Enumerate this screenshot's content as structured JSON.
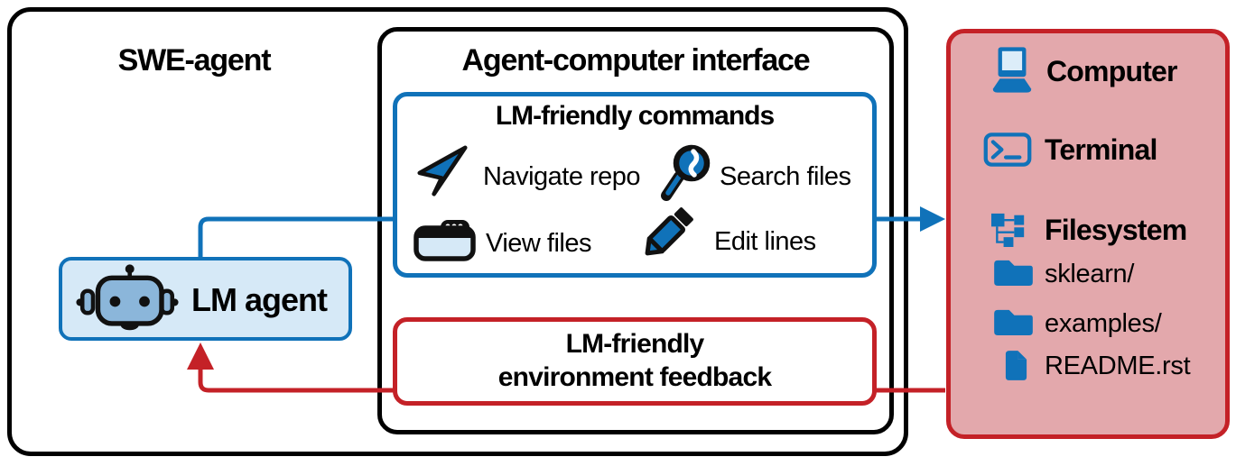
{
  "colors": {
    "blue": "#1072b9",
    "light_blue": "#d6e9f7",
    "robot_blue": "#8bb6da",
    "red": "#c42127",
    "pink": "#e3a8ac"
  },
  "swe_agent": {
    "title": "SWE-agent"
  },
  "aci": {
    "title": "Agent-computer interface"
  },
  "commands": {
    "title": "LM-friendly commands",
    "items": [
      {
        "icon": "cursor-icon",
        "label": "Navigate repo"
      },
      {
        "icon": "search-icon",
        "label": "Search files"
      },
      {
        "icon": "browser-icon",
        "label": "View files"
      },
      {
        "icon": "pencil-icon",
        "label": "Edit lines"
      }
    ]
  },
  "feedback": {
    "line1": "LM-friendly",
    "line2": "environment feedback"
  },
  "lm_agent": {
    "label": "LM agent",
    "icon": "robot-icon"
  },
  "environment": {
    "sections": [
      {
        "icon": "computer-icon",
        "label": "Computer"
      },
      {
        "icon": "terminal-icon",
        "label": "Terminal"
      },
      {
        "icon": "filesystem-icon",
        "label": "Filesystem"
      }
    ],
    "files": [
      {
        "icon": "folder-icon",
        "label": "sklearn/"
      },
      {
        "icon": "folder-icon",
        "label": "examples/"
      },
      {
        "icon": "file-icon",
        "label": "README.rst"
      }
    ]
  }
}
